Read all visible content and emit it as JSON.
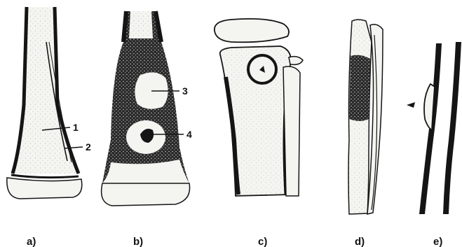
{
  "figure": {
    "background": "#ffffff",
    "ink": "#151515",
    "bone_fill": "#f4f4f0",
    "speckle": "#9a9a9a",
    "panels": [
      {
        "id": "a",
        "label": "a)",
        "callouts": [
          "1",
          "2"
        ]
      },
      {
        "id": "b",
        "label": "b)",
        "callouts": [
          "3",
          "4"
        ]
      },
      {
        "id": "c",
        "label": "c)",
        "callouts": []
      },
      {
        "id": "d",
        "label": "d)",
        "callouts": []
      },
      {
        "id": "e",
        "label": "e)",
        "callouts": []
      }
    ]
  }
}
